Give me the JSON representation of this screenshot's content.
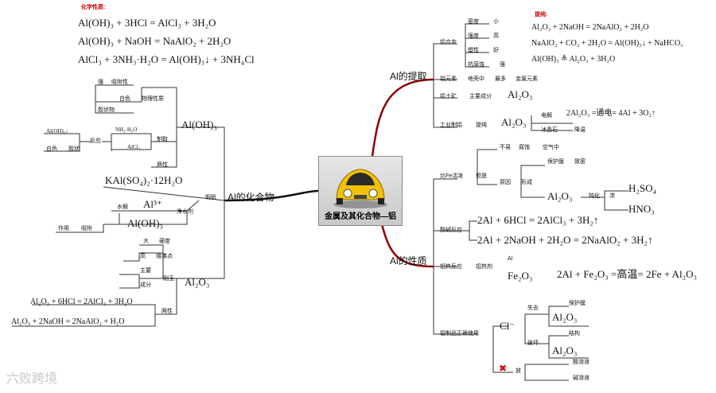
{
  "center": {
    "title": "金属及其化合物—铝"
  },
  "watermark": {
    "text": "六败跨境"
  },
  "top_left": {
    "heading": "化学性质:",
    "eqs": [
      "Al(OH)₃ + 3HCl = AlCl₃ + 3H₂O",
      "Al(OH)₃ + NaOH = NaAlO₂ + 2H₂O",
      "AlCl₃ + 3NH₃·H₂O = Al(OH)₃↓ + 3NH₄Cl"
    ]
  },
  "top_right": {
    "heading": "提纯:",
    "eqs": [
      "Al₂O₃ + 2NaOH = 2NaAlO₂ + 2H₂O",
      "NaAlO₂ + CO₂ + 2H₂O = Al(OH)₃↓ + NaHCO₃",
      "Al(OH)₃ ≜ Al₂O₃ + 3H₂O"
    ]
  },
  "branches": {
    "compounds": "Al的化合物",
    "extraction": "Al的提取",
    "properties": "Al的性质"
  },
  "compounds": {
    "aloh3": "Al(OH)₃",
    "physical": "物理性质",
    "strong_adsorb": [
      "强",
      "吸附性"
    ],
    "white": "白色",
    "colloid": "胶状物",
    "prep": "制取",
    "nh3h2o": "NH₃·H₂O",
    "alcl3": "AlCl₃",
    "reaction": "反应",
    "precip": "Al(OH)₃↓",
    "white2": [
      "白色",
      "胶状"
    ],
    "amphoteric": "两性",
    "alum_formula": "KAl(SO₄)₂·12H₂O",
    "alum": "明矾",
    "hydrolysis": "水解",
    "al3": "Al³⁺",
    "purifier": "净水剂",
    "aloh3_b": "Al(OH)₃",
    "action": "作用",
    "adsorb": "吸附",
    "big": "大",
    "hardness": "硬度",
    "high": "高",
    "mp": "熔沸点",
    "main": "主要",
    "corundum": "刚玉",
    "component": "成分",
    "al2o3": "Al₂O₃",
    "amph_eq1": "Al₂O₃ + 6HCl = 2AlCl₃ + 3H₂O",
    "amph_eq2": "Al₂O₃ + 2NaOH = 2NaAlO₂ + H₂O",
    "amphoteric2": "两性"
  },
  "extraction": {
    "alloy": "铝合金",
    "density": [
      "密度",
      "小"
    ],
    "strength": [
      "强度",
      "高"
    ],
    "plasticity": [
      "塑性",
      "好"
    ],
    "corrosion": [
      "抗腐蚀",
      "强"
    ],
    "element_row": [
      "铝元素",
      "地壳中",
      "最多",
      "金属元素"
    ],
    "ore_row": [
      "铝土矿",
      "主要成分"
    ],
    "ore_formula": "Al₂O₃",
    "industry_row": [
      "工业制铝",
      "提纯"
    ],
    "industry_formula": "Al₂O₃",
    "electrolysis": "电解",
    "cryolite": "冰晶石",
    "lower_mp": "降温",
    "elec_eq": "2Al₂O₃ =通电= 4Al + 3O₂↑"
  },
  "properties": {
    "vs_fe": [
      "比Fe活泼",
      "但是"
    ],
    "not_easy": [
      "不易",
      "腐蚀",
      "空气中"
    ],
    "reason": [
      "原因",
      "形成"
    ],
    "film": [
      "保护膜",
      "致密"
    ],
    "al2o3": "Al₂O₃",
    "passivation": [
      "钝化",
      "浓"
    ],
    "h2so4": "H₂SO₄",
    "hno3": "HNO₃",
    "acid_base": "酸碱反应",
    "acid_eq": "2Al + 6HCl = 2AlCl₃ + 3H₂↑",
    "base_eq": "2Al + 2NaOH + 2H₂O = 2NaAlO₂ + 3H₂↑",
    "thermite": [
      "铝热反应",
      "铝热剂"
    ],
    "al_small": "Al",
    "fe2o3": "Fe₂O₃",
    "thermite_eq": "2Al + Fe₂O₃ =高温= 2Fe + Al₂O₃",
    "usage": "铝制品正确使用",
    "cl": "Cl⁻",
    "lose": "失去",
    "film2": "保护膜",
    "al2o3_b": "Al₂O₃",
    "structure": "结构",
    "destroy": "破坏",
    "al2o3_c": "Al₂O₃",
    "acid_sol": "酸溶液",
    "put": "放",
    "base_sol": "碱溶液"
  }
}
